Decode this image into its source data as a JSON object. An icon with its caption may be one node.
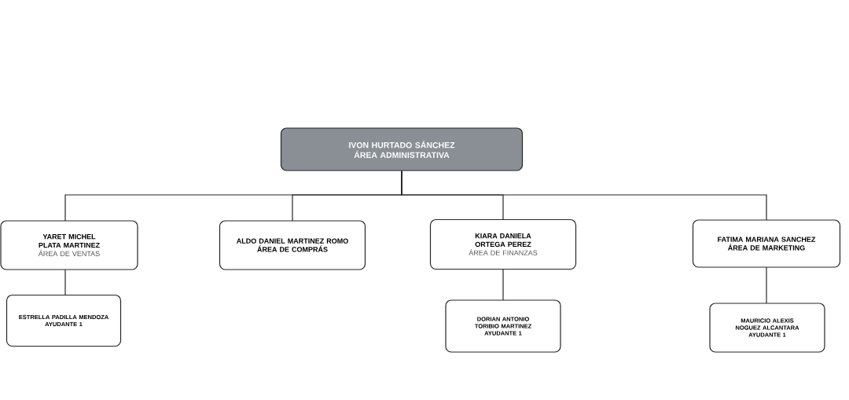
{
  "diagram": {
    "nodes": [
      {
        "text": [
          "IVON HURTADO SÁNCHEZ",
          "ÁREA ADMINISTRATIVA"
        ]
      },
      {
        "text": [
          "YARET MICHEL PLATA MARTINEZ",
          "ÁREA DE VENTAS"
        ]
      },
      {
        "text": [
          "ALDO DANIEL MARTINEZ ROMO",
          "ÁREA DE COMPRÁS"
        ]
      },
      {
        "text": [
          "KIARA DANIELA ORTEGA PEREZ",
          "ÁREA DE FINANZAS"
        ]
      },
      {
        "text": [
          "FATIMA MARIANA SANCHEZ",
          "ÁREA DE MARKETING"
        ]
      },
      {
        "text": [
          "ESTRELLA PADILLA MENDOZA",
          "AYUDANTE 1"
        ]
      },
      {
        "text": [
          "DORIAN ANTONIO TORIBIO MARTINEZ",
          "AYUDANTE 1"
        ]
      },
      {
        "text": [
          "MAURICIO ALEXIS NOGUEZ ALCANTARA",
          "AYUDANTE 1"
        ]
      }
    ],
    "edges": [
      {
        "from": 0,
        "to": 1,
        "arrow": "none"
      },
      {
        "from": 0,
        "to": 2,
        "arrow": "none"
      },
      {
        "from": 0,
        "to": 3,
        "arrow": "none"
      },
      {
        "from": 0,
        "to": 4,
        "arrow": "none"
      },
      {
        "from": 1,
        "to": 5,
        "arrow": "none"
      },
      {
        "from": 3,
        "to": 6,
        "arrow": "none"
      },
      {
        "from": 4,
        "to": 7,
        "arrow": "none"
      }
    ]
  }
}
